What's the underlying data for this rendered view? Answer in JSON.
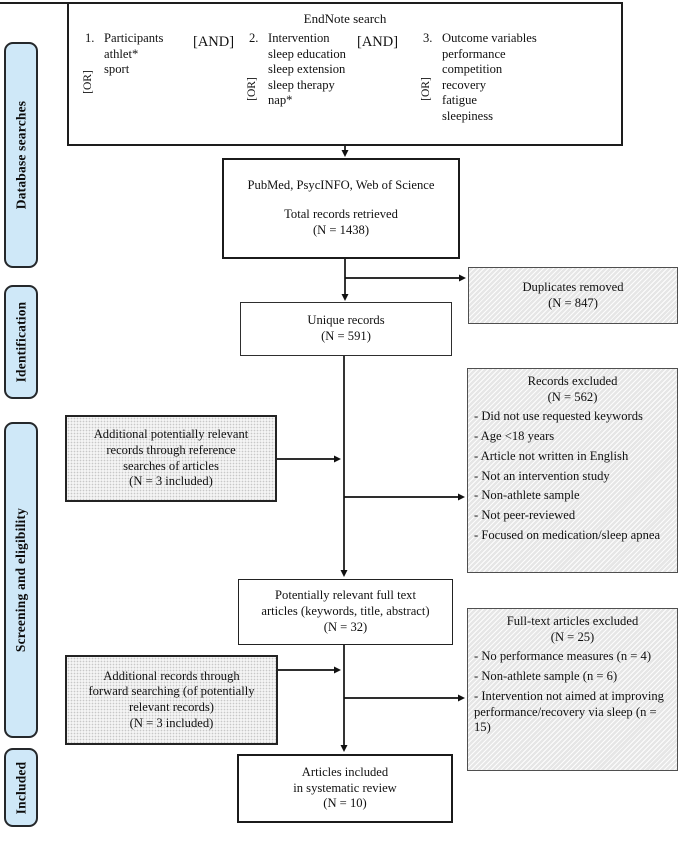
{
  "sidebar": {
    "items": [
      {
        "label": "Database searches"
      },
      {
        "label": "Identification"
      },
      {
        "label": "Screening and eligibility"
      },
      {
        "label": "Included"
      }
    ]
  },
  "search_box": {
    "title": "EndNote search",
    "and_label": "[AND]",
    "or_label": "[OR]",
    "columns": [
      {
        "number": "1.",
        "heading": "Participants",
        "items": [
          "athlet*",
          "sport"
        ]
      },
      {
        "number": "2.",
        "heading": "Intervention",
        "items": [
          "sleep education",
          "sleep extension",
          "sleep therapy",
          "nap*"
        ]
      },
      {
        "number": "3.",
        "heading": "Outcome variables",
        "items": [
          "performance",
          "competition",
          "recovery",
          "fatigue",
          "sleepiness"
        ]
      }
    ]
  },
  "flow": {
    "total_records": {
      "line1": "PubMed, PsycINFO, Web of Science",
      "line2": "Total records retrieved",
      "line3": "(N = 1438)"
    },
    "duplicates_removed": {
      "line1": "Duplicates removed",
      "line2": "(N = 847)"
    },
    "unique_records": {
      "line1": "Unique records",
      "line2": "(N = 591)"
    },
    "records_excluded": {
      "title": "Records excluded",
      "count": "(N = 562)",
      "reasons": [
        "- Did not use requested keywords",
        "- Age <18 years",
        "- Article not written in English",
        "- Not an intervention study",
        "- Non-athlete sample",
        "- Not peer-reviewed",
        "- Focused on medication/sleep apnea"
      ]
    },
    "additional_reference": {
      "line1": "Additional potentially relevant",
      "line2": "records through reference",
      "line3": "searches of articles",
      "line4": "(N = 3 included)"
    },
    "full_text_articles": {
      "line1": "Potentially relevant full text",
      "line2": "articles (keywords, title, abstract)",
      "line3": "(N = 32)"
    },
    "full_text_excluded": {
      "title": "Full-text articles excluded",
      "count": "(N = 25)",
      "reasons": [
        "- No performance measures (n = 4)",
        "- Non-athlete sample (n = 6)",
        "- Intervention not aimed at improving performance/recovery via sleep (n = 15)"
      ]
    },
    "additional_forward": {
      "line1": "Additional records through",
      "line2": "forward searching (of potentially",
      "line3": "relevant records)",
      "line4": "(N = 3 included)"
    },
    "included_articles": {
      "line1": "Articles included",
      "line2": "in systematic review",
      "line3": "(N = 10)"
    }
  }
}
